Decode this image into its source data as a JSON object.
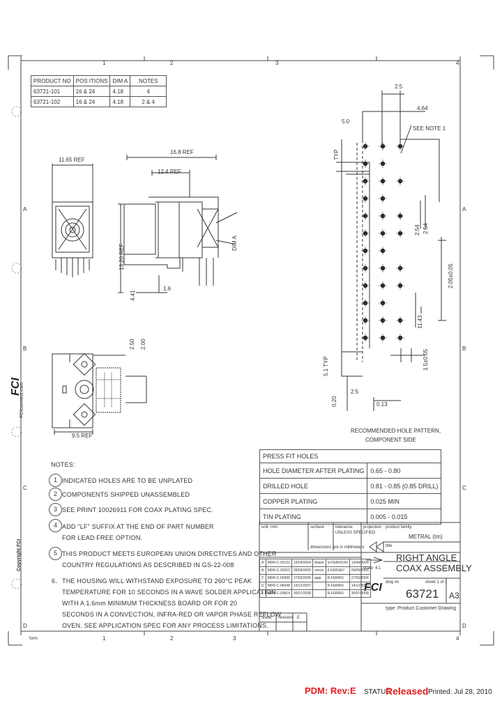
{
  "border": {
    "top_zones": [
      "1",
      "2",
      "3",
      "4"
    ],
    "bottom_zones": [
      "1",
      "2",
      "3",
      "4"
    ],
    "left_zones": [
      "A",
      "B",
      "C",
      "D"
    ],
    "right_zones": [
      "A",
      "B",
      "C",
      "D"
    ],
    "form_id": "form"
  },
  "part_table": {
    "headers": [
      "PRODUCT NO",
      "POS ITIONS",
      "DIM A",
      "NOTES"
    ],
    "rows": [
      [
        "63721-101",
        "16 & 24",
        "4.18",
        "4"
      ],
      [
        "63721-102",
        "16 & 24",
        "4.18",
        "2 & 4"
      ]
    ]
  },
  "dimensions": {
    "d_2_5": "2.5",
    "d_4_64": "4.64",
    "d_5_0": "5.0",
    "see_note_1": "SEE NOTE 1",
    "d_16_8": "16.8 REF",
    "d_11_65": "11.65 REF",
    "d_12_4": "12.4 REF",
    "d_13_2": "13.20 REF",
    "d_dim_a": "DIM A",
    "d_4_41": "4.41",
    "d_1_6": "1.6",
    "d_2_50": "2.50",
    "d_2_00": "2.00",
    "d_9_5": "9.5 REF",
    "d_2_05": "2.05±0.05",
    "d_1_5": "1.5±0.05",
    "d_0_13": "0.13",
    "d_2_5b": "2.5",
    "d_typ": "TYP",
    "d_2_54": "2.54",
    "d_2_54b": "2.54",
    "d_11_43": "11.43",
    "d_5_1": "5.1 TYP",
    "d_0_20": "0.20"
  },
  "hole_pattern_caption": [
    "RECOMMENDED HOLE PATTERN,",
    "COMPONENT SIDE"
  ],
  "spec_table": {
    "title": "PRESS FIT HOLES",
    "rows": [
      [
        "HOLE DIAMETER AFTER PLATING",
        "0.65 - 0.80"
      ],
      [
        "DRILLED HOLE",
        "0.81 - 0.85 (0.85 DRILL)"
      ],
      [
        "COPPER PLATING",
        "0.025 MIN"
      ],
      [
        "TIN PLATING",
        "0.005 - 0.015"
      ]
    ]
  },
  "notes": {
    "heading": "NOTES:",
    "items": [
      {
        "num": "1",
        "lines": [
          "INDICATED HOLES ARE TO BE UNPLATED"
        ]
      },
      {
        "num": "2",
        "lines": [
          "COMPONENTS SHIPPED UNASSEMBLED"
        ]
      },
      {
        "num": "3",
        "lines": [
          "SEE PRINT 10026911 FOR COAX PLATING SPEC."
        ]
      },
      {
        "num": "4",
        "lines": [
          "ADD \"LF\" SUFFIX AT THE END OF PART NUMBER",
          "FOR LEAD FREE OPTION."
        ]
      },
      {
        "num": "5",
        "lines": [
          "THIS PRODUCT MEETS EUROPEAN UNION DIRECTIVES AND OTHER",
          "COUNTRY REGULATIONS AS DESCRIBED IN GS-22-008"
        ]
      },
      {
        "num": "6.",
        "lines": [
          "THE HOUSING WILL WITHSTAND EXPOSURE TO 260°C PEAK",
          "TEMPERATURE FOR 10 SECONDS IN A WAVE SOLDER APPLICATION",
          "WITH A 1.6mm MINIMUM THICKNESS BOARD OR FOR 20",
          "SECONDS IN A CONVECTION, INFRA-RED OR VAPOR PHASE REFLOW",
          "OVEN. SEE APPLICATION SPEC FOR ANY PROCESS LIMITATIONS."
        ]
      }
    ]
  },
  "title_block": {
    "product_family_label": "product family",
    "product_family": "METRAL (tm)",
    "title_label": "title",
    "title_line1": "RIGHT ANGLE",
    "title_line2": "COAX ASSEMBLY",
    "dwg_label": "dwg no",
    "dwg_no": "63721",
    "size": "A3",
    "sheet_label": "sheet 1 of 1",
    "type": "type: Product Customer Drawing",
    "projection_label": "projection",
    "units_label": "unit: mm",
    "scale_label": "scale",
    "scale": "4:1",
    "surface_label": "surface",
    "tolerance_label": "tolerance",
    "tolerance_note": "UNLESS SPECIFIED",
    "material_note": "dimensions are in millimeters",
    "rev_rows": [
      [
        "E",
        "MDR-C-00814",
        "30/07/2008",
        "R.FERRIS",
        "30/07/2008"
      ],
      [
        "D",
        "MDR-C-06048",
        "14/12/2007",
        "R.FERRIS",
        "14/12/2007"
      ],
      [
        "C",
        "MDR-C-00396",
        "27/03/2006",
        "R.FERRIS",
        "27/03/2006"
      ],
      [
        "B",
        "MDR-C-00262",
        "09/09/2005",
        "K.KERSEY",
        "09/09/2005"
      ],
      [
        "A",
        "MDR-C-00132",
        "13/04/2004",
        "S.PEARSON",
        "13/04/2004"
      ]
    ],
    "drawn_label": "drawn",
    "check_label": "check",
    "appr_label": "appr",
    "sheet_footer": [
      "sheet",
      "revision",
      "E"
    ],
    "fci_logo": "FCI"
  },
  "side_logo": {
    "brand": "FCI",
    "url": "FCIconnect.com",
    "copyright": "Copyright FCI"
  },
  "footer": {
    "pdm": "PDM: Rev:E",
    "status_label": "STATUS:",
    "status_value": "Released",
    "printed": "Printed: Jul 28, 2010"
  }
}
